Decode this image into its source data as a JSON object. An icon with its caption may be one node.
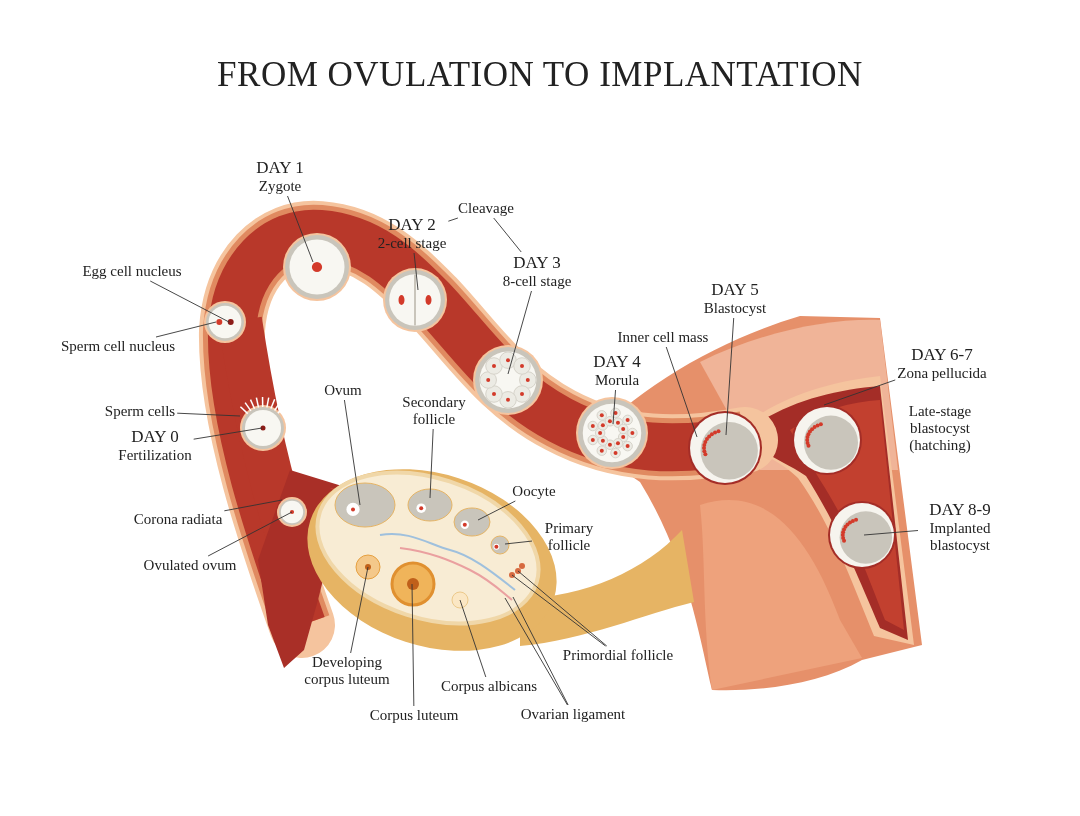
{
  "diagram": {
    "title": "FROM OVULATION TO IMPLANTATION",
    "nodes": [
      {
        "text": [
          "DAY 1",
          "Zygote"
        ]
      },
      {
        "text": [
          "DAY 2",
          "2-cell stage"
        ]
      },
      {
        "text": [
          "Cleavage"
        ]
      },
      {
        "text": [
          "DAY 3",
          "8-cell stage"
        ]
      },
      {
        "text": [
          "DAY 4",
          "Morula"
        ]
      },
      {
        "text": [
          "Inner cell mass"
        ]
      },
      {
        "text": [
          "DAY 5",
          "Blastocyst"
        ]
      },
      {
        "text": [
          "DAY 6-7",
          "Zona pellucida"
        ]
      },
      {
        "text": [
          "DAY 8-9",
          "Implanted blastocyst"
        ]
      },
      {
        "text": [
          "Egg cell nucleus"
        ]
      },
      {
        "text": [
          "Sperm cell nucleus"
        ]
      },
      {
        "text": [
          "Sperm cells"
        ]
      },
      {
        "text": [
          "DAY 0",
          "Fertilization"
        ]
      },
      {
        "text": [
          "Corona radiata"
        ]
      },
      {
        "text": [
          "Ovulated ovum"
        ]
      },
      {
        "text": [
          "Ovum"
        ]
      },
      {
        "text": [
          "Secondary follicle"
        ]
      },
      {
        "text": [
          "Oocyte"
        ]
      },
      {
        "text": [
          "Primary follicle"
        ]
      },
      {
        "text": [
          "Primordial follicle"
        ]
      },
      {
        "text": [
          "Developing corpus luteum"
        ]
      },
      {
        "text": [
          "Corpus luteum"
        ]
      },
      {
        "text": [
          "Corpus albicans"
        ]
      },
      {
        "text": [
          "Ovarian ligament"
        ]
      }
    ],
    "edges": [
      {
        "from": 0,
        "to": null,
        "arrow": "none"
      },
      {
        "from": 1,
        "to": null,
        "arrow": "none"
      },
      {
        "from": 2,
        "to": 1,
        "arrow": "none"
      },
      {
        "from": 2,
        "to": 3,
        "arrow": "none"
      },
      {
        "from": 3,
        "to": null,
        "arrow": "none"
      },
      {
        "from": 4,
        "to": null,
        "arrow": "none"
      },
      {
        "from": 5,
        "to": null,
        "arrow": "none"
      },
      {
        "from": 6,
        "to": null,
        "arrow": "none"
      },
      {
        "from": 7,
        "to": null,
        "arrow": "none"
      },
      {
        "from": 8,
        "to": null,
        "arrow": "none"
      },
      {
        "from": 9,
        "to": null,
        "arrow": "none"
      },
      {
        "from": 10,
        "to": null,
        "arrow": "none"
      },
      {
        "from": 11,
        "to": null,
        "arrow": "none"
      },
      {
        "from": 12,
        "to": null,
        "arrow": "none"
      },
      {
        "from": 13,
        "to": null,
        "arrow": "none"
      },
      {
        "from": 14,
        "to": null,
        "arrow": "none"
      },
      {
        "from": 15,
        "to": null,
        "arrow": "none"
      },
      {
        "from": 16,
        "to": null,
        "arrow": "none"
      },
      {
        "from": 17,
        "to": null,
        "arrow": "none"
      },
      {
        "from": 18,
        "to": null,
        "arrow": "none"
      },
      {
        "from": 19,
        "to": null,
        "arrow": "none"
      },
      {
        "from": 19,
        "to": null,
        "arrow": "none"
      },
      {
        "from": 20,
        "to": null,
        "arrow": "none"
      },
      {
        "from": 21,
        "to": null,
        "arrow": "none"
      },
      {
        "from": 22,
        "to": null,
        "arrow": "none"
      },
      {
        "from": 23,
        "to": null,
        "arrow": "none"
      },
      {
        "from": 23,
        "to": null,
        "arrow": "none"
      }
    ],
    "labels": [
      "Late-stage blastocyst (hatching)"
    ]
  }
}
